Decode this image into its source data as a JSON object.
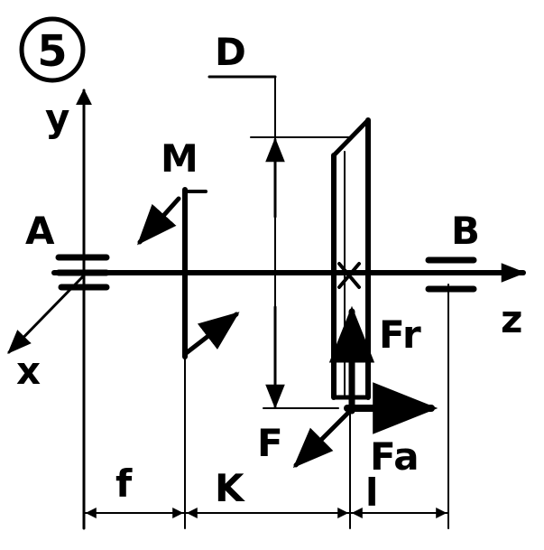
{
  "diagram": {
    "number": "5",
    "labels": {
      "y": "y",
      "z": "z",
      "x": "x",
      "A": "A",
      "B": "B",
      "D": "D",
      "M": "M",
      "F": "F",
      "Fr": "Fr",
      "Fa": "Fa",
      "f": "f",
      "K": "K",
      "l": "l"
    },
    "colors": {
      "ink": "#000000",
      "paper": "#ffffff"
    }
  }
}
